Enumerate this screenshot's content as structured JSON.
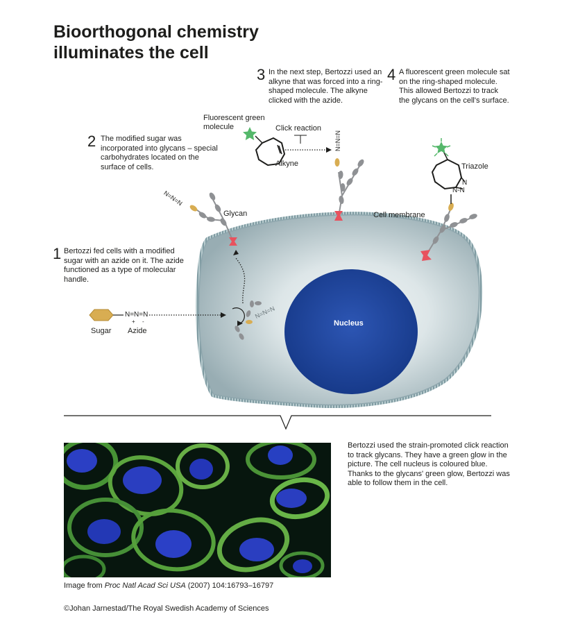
{
  "title_line1": "Bioorthogonal chemistry",
  "title_line2": "illuminates the cell",
  "steps": [
    {
      "num": "1",
      "text": "Bertozzi fed cells with a modified sugar with an azide on it. The azide functioned as a type of molecular handle."
    },
    {
      "num": "2",
      "text": "The modified sugar was incorporated into glycans – special carbohydrates located on the surface of cells."
    },
    {
      "num": "3",
      "text": "In the next step, Bertozzi used an alkyne that was forced into a ring-shaped molecule. The alkyne clicked with the azide."
    },
    {
      "num": "4",
      "text": "A fluorescent green molecule sat on the ring-shaped molecule. This allowed Bertozzi to track the glycans on the cell's surface."
    }
  ],
  "labels": {
    "fluor_line1": "Fluorescent green",
    "fluor_line2": "molecule",
    "click_reaction": "Click reaction",
    "alkyne": "Alkyne",
    "triazole": "Triazole",
    "glycan": "Glycan",
    "cell_membrane": "Cell membrane",
    "nucleus": "Nucleus",
    "sugar": "Sugar",
    "azide": "Azide",
    "azide_formula": "N=N=N",
    "charge_plus": "+",
    "charge_minus": "-",
    "triazole_n": "N",
    "triazole_nn": "N-N"
  },
  "caption": "Bertozzi used the strain-promoted click reaction to track glycans. They have a green glow in the picture. The cell nucleus is coloured blue. Thanks to the glycans' green glow, Bertozzi was able to follow them in the cell.",
  "image_credit": {
    "prefix": "Image from ",
    "journal": "Proc Natl Acad Sci USA",
    "suffix": " (2007) 104:16793–16797"
  },
  "copyright": "©Johan Jarnestad/The Royal Swedish Academy of Sciences",
  "colors": {
    "sugar": "#d8ad52",
    "glycan_gray": "#8f9194",
    "anchor_red": "#e8525e",
    "fluor_green": "#55b86b",
    "nucleus_blue": "#1b3d8e",
    "cell_fill": "#b6c7cb",
    "micro_bg": "#07160e"
  }
}
